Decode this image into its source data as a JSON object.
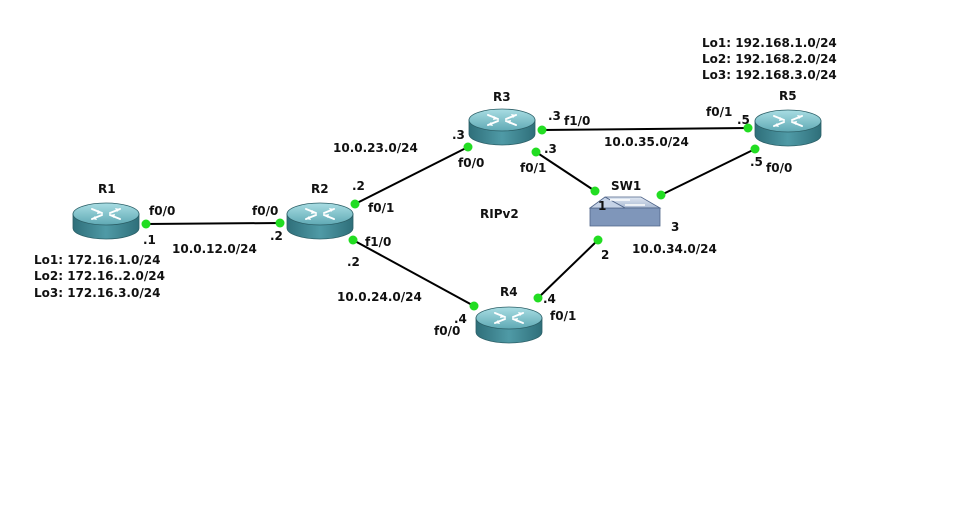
{
  "routers": [
    {
      "id": "R1",
      "label": "R1"
    },
    {
      "id": "R2",
      "label": "R2"
    },
    {
      "id": "R3",
      "label": "R3"
    },
    {
      "id": "R4",
      "label": "R4"
    },
    {
      "id": "R5",
      "label": "R5"
    }
  ],
  "switch": {
    "id": "SW1",
    "label": "SW1"
  },
  "protocol": "RIPv2",
  "loopbacks": {
    "R1": [
      "Lo1: 172.16.1.0/24",
      "Lo2: 172.16..2.0/24",
      "Lo3: 172.16.3.0/24"
    ],
    "R5": [
      "Lo1: 192.168.1.0/24",
      "Lo2: 192.168.2.0/24",
      "Lo3: 192.168.3.0/24"
    ]
  },
  "networks": {
    "r1_r2": "10.0.12.0/24",
    "r2_r3": "10.0.23.0/24",
    "r2_r4": "10.0.24.0/24",
    "r3_r5": "10.0.35.0/24",
    "sw1": "10.0.34.0/24"
  },
  "ports": {
    "r1_f00": "f0/0",
    "r1_ip": ".1",
    "r2_f00": "f0/0",
    "r2_ip_a": ".2",
    "r2_f01": "f0/1",
    "r2_ip_b": ".2",
    "r2_f10": "f1/0",
    "r2_ip_c": ".2",
    "r3_f00": "f0/0",
    "r3_ip_a": ".3",
    "r3_f10": "f1/0",
    "r3_ip_b": ".3",
    "r3_f01": "f0/1",
    "r3_ip_c": ".3",
    "r5_f01": "f0/1",
    "r5_ip_a": ".5",
    "r5_f00": "f0/0",
    "r5_ip_b": ".5",
    "r4_f00": "f0/0",
    "r4_ip_a": ".4",
    "r4_f01": "f0/1",
    "r4_ip_b": ".4",
    "sw_p1": "1",
    "sw_p2": "2",
    "sw_p3": "3"
  },
  "colors": {
    "router_body": "#4f9aa6",
    "router_top": "#7dc3cc",
    "switch_body": "#8fa6c6",
    "port": "#22dd22",
    "link": "#000000"
  }
}
